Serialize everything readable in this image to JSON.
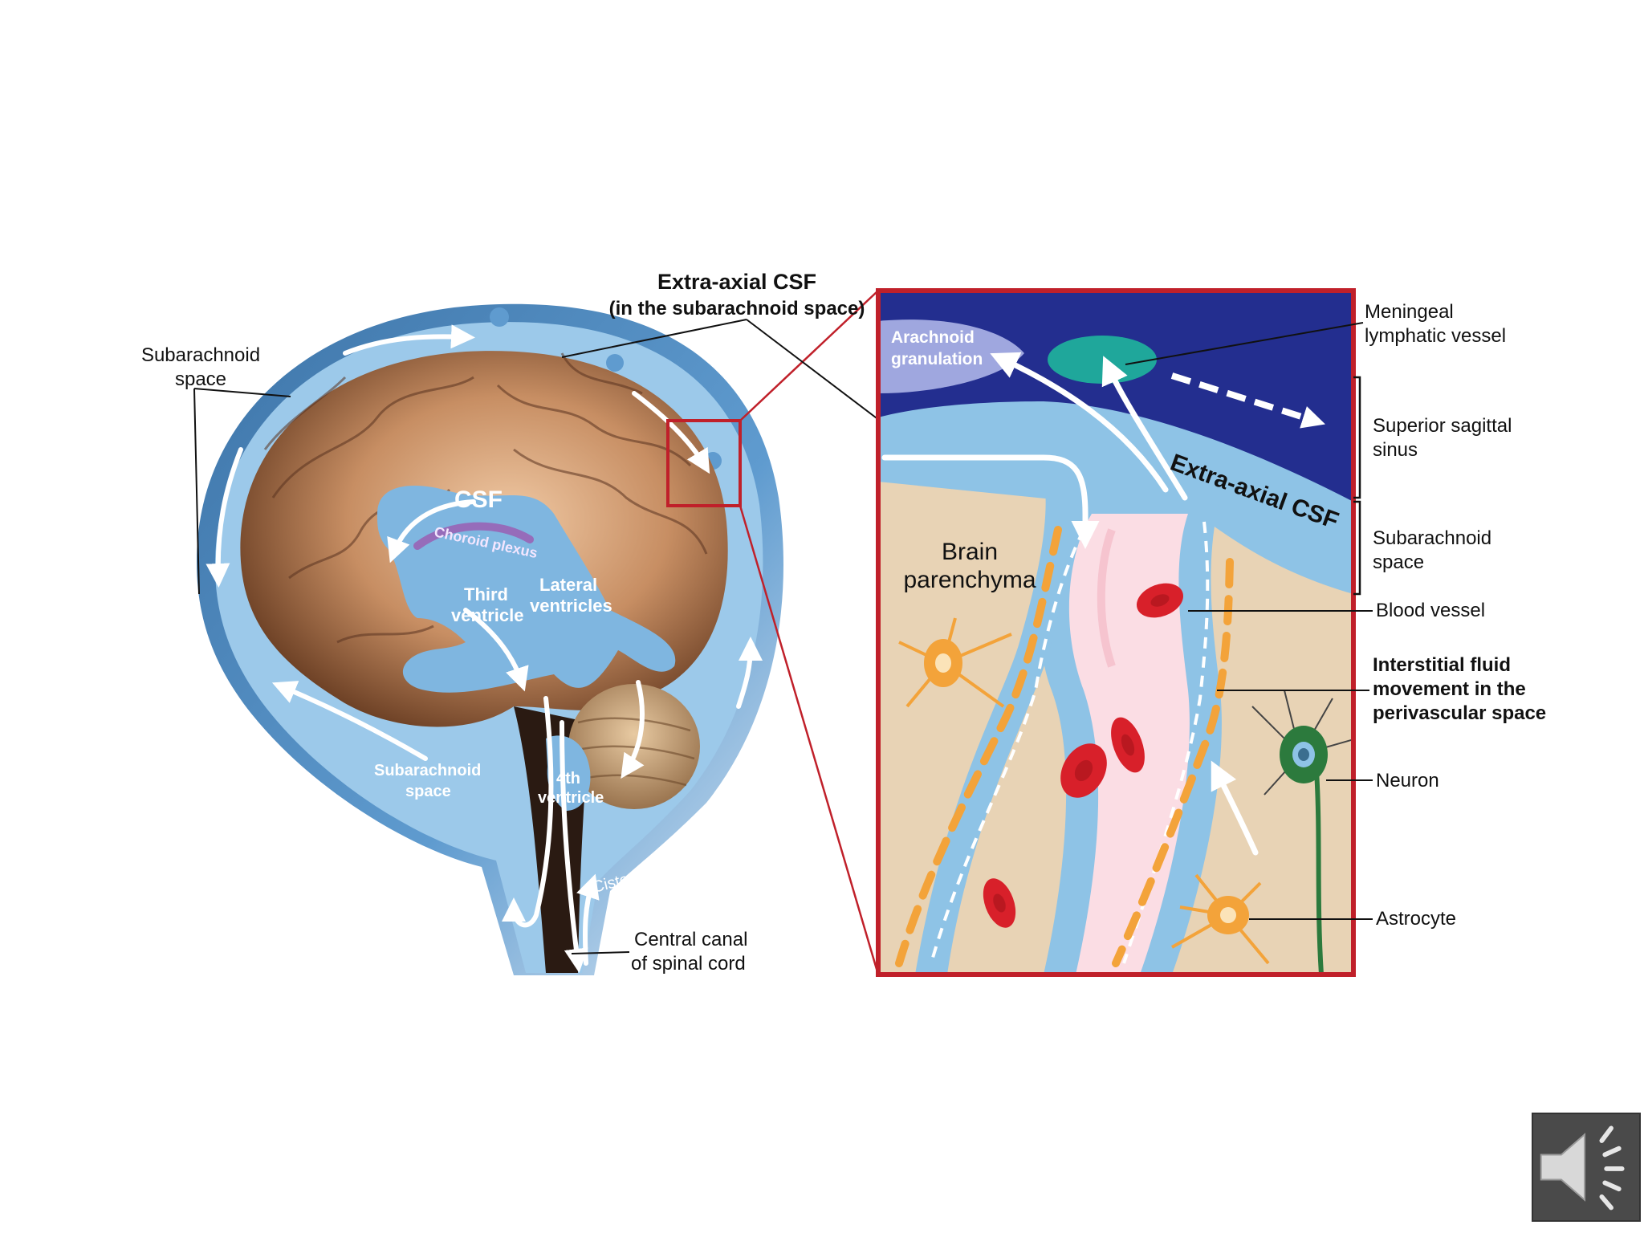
{
  "left": {
    "title_line1": "Extra-axial CSF",
    "title_line2": "(in the subarachnoid space)",
    "subarachnoid_top_l1": "Subarachnoid",
    "subarachnoid_top_l2": "space",
    "csf": "CSF",
    "choroid_plexus": "Choroid plexus",
    "third_l1": "Third",
    "third_l2": "ventricle",
    "lateral_l1": "Lateral",
    "lateral_l2": "ventricles",
    "subarachnoid_inner_l1": "Subarachnoid",
    "subarachnoid_inner_l2": "space",
    "fourth_l1": "4th",
    "fourth_l2": "ventricle",
    "cistern": "Cistern",
    "central_canal_l1": "Central canal",
    "central_canal_l2": "of spinal cord"
  },
  "right": {
    "arachnoid_l1": "Arachnoid",
    "arachnoid_l2": "granulation",
    "extra_axial": "Extra-axial CSF",
    "brain_l1": "Brain",
    "brain_l2": "parenchyma",
    "meningeal_l1": "Meningeal",
    "meningeal_l2": "lymphatic vessel",
    "sss_l1": "Superior sagittal",
    "sss_l2": "sinus",
    "subarachnoid_l1": "Subarachnoid",
    "subarachnoid_l2": "space",
    "blood_vessel": "Blood vessel",
    "isf_l1": "Interstitial fluid",
    "isf_l2": "movement in the",
    "isf_l3": "perivascular space",
    "neuron": "Neuron",
    "astrocyte": "Astrocyte"
  },
  "colors": {
    "csf_blue": "#8ec3e6",
    "sinus_navy": "#232e8f",
    "frame_red": "#c0202a",
    "parenchyma_tan": "#e8d3b5",
    "vessel_pink": "#fbdde4",
    "rbc_red": "#d8202a",
    "astrocyte_orange": "#f3a33a",
    "neuron_green": "#2c7a3d",
    "lymphatic_teal": "#1fa79b",
    "brain_tan": "#c78e63"
  },
  "icons": {
    "sound": "speaker-icon"
  }
}
